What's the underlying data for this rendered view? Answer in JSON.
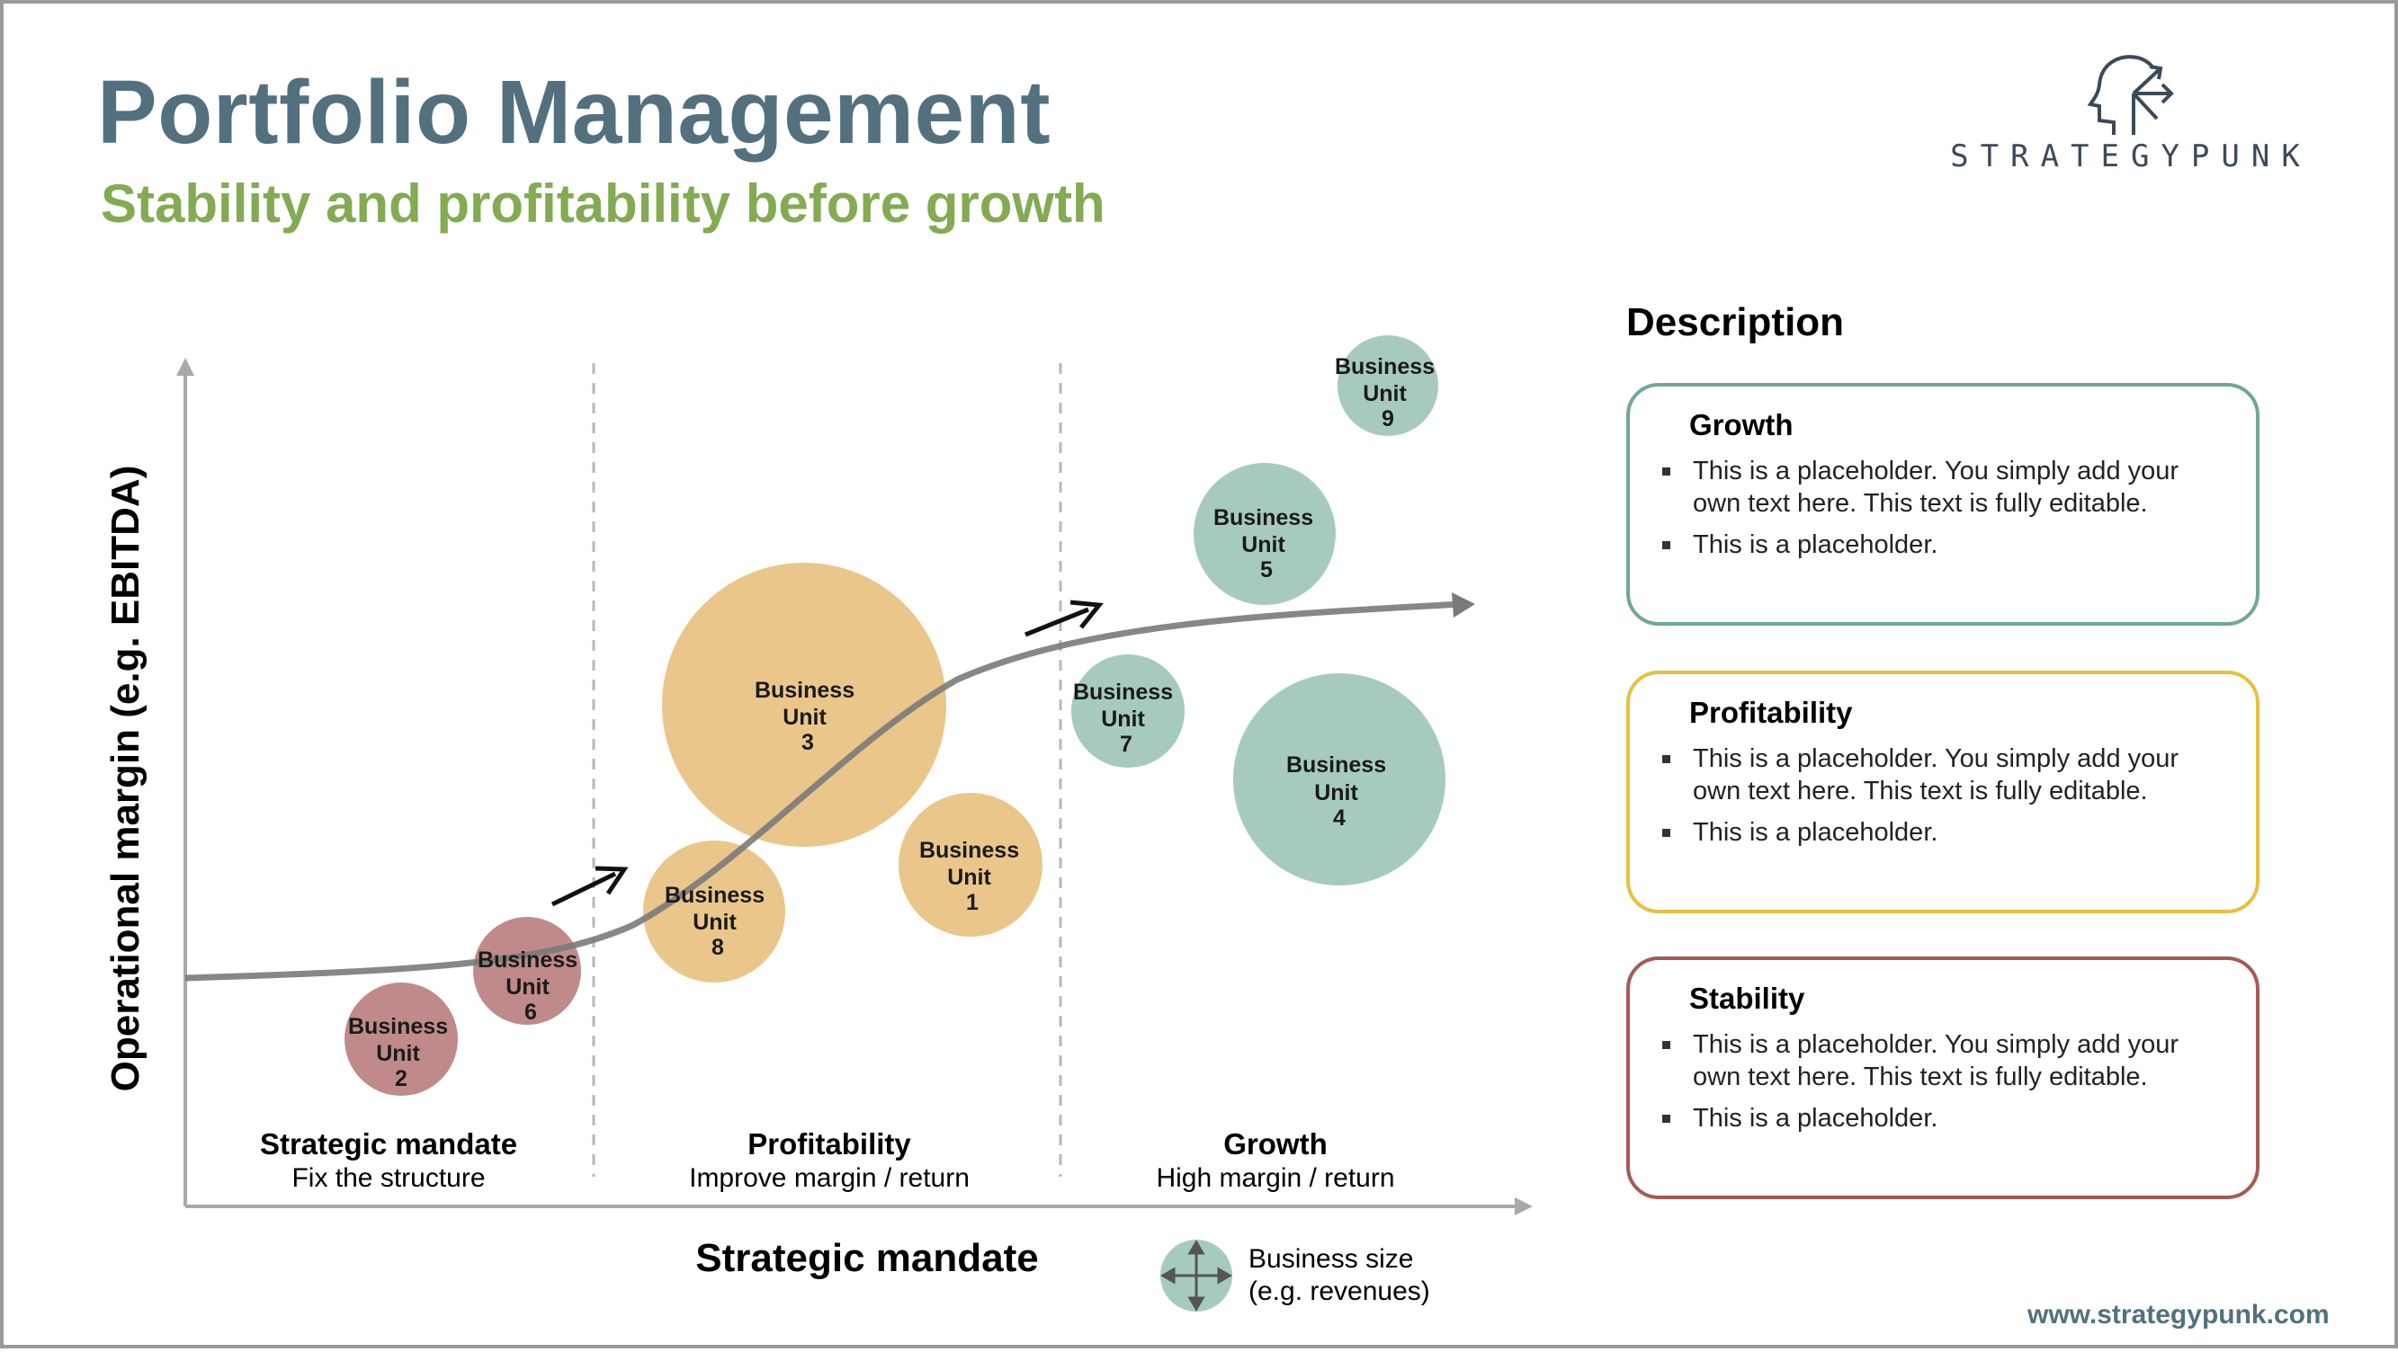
{
  "header": {
    "title": "Portfolio Management",
    "subtitle": "Stability and profitability before growth"
  },
  "logo": {
    "text": "STRATEGYPUNK",
    "icon": "head-arrows-icon"
  },
  "diagram": {
    "y_axis_label": "Operational margin (e.g. EBITDA)",
    "x_axis_label": "Strategic mandate",
    "columns": [
      {
        "title": "Strategic mandate",
        "subtitle": "Fix the structure"
      },
      {
        "title": "Profitability",
        "subtitle": "Improve margin / return"
      },
      {
        "title": "Growth",
        "subtitle": "High margin / return"
      }
    ],
    "units": [
      {
        "id": "bu2",
        "line1": "Business",
        "line2": "Unit",
        "line3": "2",
        "category": "stability"
      },
      {
        "id": "bu6",
        "line1": "Business",
        "line2": "Unit",
        "line3": "6",
        "category": "stability"
      },
      {
        "id": "bu8",
        "line1": "Business",
        "line2": "Unit",
        "line3": "8",
        "category": "profitability"
      },
      {
        "id": "bu3",
        "line1": "Business",
        "line2": "Unit",
        "line3": "3",
        "category": "profitability"
      },
      {
        "id": "bu1",
        "line1": "Business",
        "line2": "Unit",
        "line3": "1",
        "category": "profitability"
      },
      {
        "id": "bu7",
        "line1": "Business",
        "line2": "Unit",
        "line3": "7",
        "category": "growth"
      },
      {
        "id": "bu5",
        "line1": "Business",
        "line2": "Unit",
        "line3": "5",
        "category": "growth"
      },
      {
        "id": "bu4",
        "line1": "Business",
        "line2": "Unit",
        "line3": "4",
        "category": "growth"
      },
      {
        "id": "bu9",
        "line1": "Business",
        "line2": "Unit",
        "line3": "9",
        "category": "growth"
      }
    ],
    "legend": {
      "line1": "Business size",
      "line2": "(e.g. revenues)",
      "icon": "resize-arrows-icon"
    }
  },
  "colors": {
    "title": "#53707f",
    "subtitle": "#82ab52",
    "stability": "#c08a8a",
    "profitability": "#eac68a",
    "growth": "#a6cbbd",
    "growth_border": "#6fa898",
    "profitability_border": "#e8c040",
    "stability_border": "#a65a54"
  },
  "description": {
    "heading": "Description",
    "cards": [
      {
        "title": "Growth",
        "bullets": [
          "This is a placeholder. You simply add your own text here. This text is fully editable.",
          "This is a placeholder."
        ]
      },
      {
        "title": "Profitability",
        "bullets": [
          "This is a placeholder. You simply add your own text here. This text is fully editable.",
          "This is a placeholder."
        ]
      },
      {
        "title": "Stability",
        "bullets": [
          "This is a placeholder. You simply add your own text here. This text is fully editable.",
          "This is a placeholder."
        ]
      }
    ]
  },
  "footer": {
    "website": "www.strategypunk.com"
  }
}
